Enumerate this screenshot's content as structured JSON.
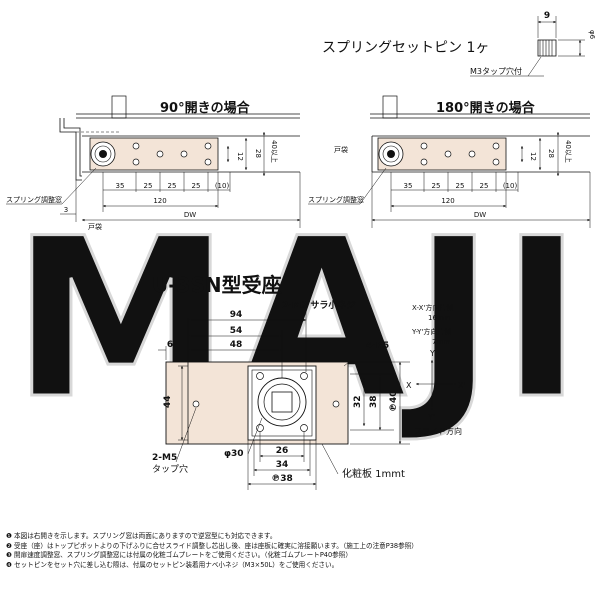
{
  "watermark": "MAJI",
  "spring_pin": {
    "title": "スプリングセットピン 1ヶ",
    "dim_9": "9",
    "dim_phi6": "φ6",
    "tap_label": "M3タップ穴付"
  },
  "view90": {
    "title": "90°開きの場合",
    "spring_window": "スプリング調整窓",
    "door_pocket": "戸袋",
    "dims": {
      "d35": "35",
      "d25a": "25",
      "d25b": "25",
      "d25c": "25",
      "d10": "(10)",
      "d120": "120",
      "dw": "DW",
      "d3": "3",
      "d12": "12",
      "d28": "28",
      "d40": "40以上"
    }
  },
  "view180": {
    "title": "180°開きの場合",
    "spring_window": "スプリング調整窓",
    "door_pocket": "戸袋",
    "dims": {
      "d35": "35",
      "d25a": "25",
      "d25b": "25",
      "d25c": "25",
      "d10": "(10)",
      "d120": "120",
      "dw": "DW",
      "d12": "12",
      "d28": "28",
      "d40": "40以上"
    }
  },
  "receiver": {
    "title": "U-3SN型受座",
    "screw_label": "2-M3 サラ小ネジ",
    "r_label": "4-R5",
    "tap_label_1": "2-M5",
    "tap_label_2": "タップ穴",
    "plate_label": "化粧板 1mmt",
    "dims": {
      "d94": "94",
      "d54": "54",
      "d48": "48",
      "d6": "6",
      "d44": "44",
      "d32": "32",
      "d38": "38",
      "dP40": "℗40",
      "dphi30": "φ30",
      "d26": "26",
      "d34": "34",
      "dP38": "℗38"
    }
  },
  "axis": {
    "xx_label": "X-X'方向片側",
    "xx_value": "16mm",
    "yy_label": "Y-Y'方向片側",
    "yy_value": "7mm",
    "y_top": "Y",
    "y_bottom": "Y'",
    "x_left": "X",
    "x_right": "X'",
    "slide": "スライド方向"
  },
  "notes": [
    "❶ 本図は右開きを示します。スプリング窓は両面にありますので逆窓型にも対応できます。",
    "❷ 受座（座）はトップピボットよりの下げふりに合せスライド調整し芯出し後、座は座板に確実に溶接願います。（施工上の注意P38参照）",
    "❸ 開扉速度調整窓、スプリング調整窓には付属の化粧ゴムプレートをご使用ください。（化粧ゴムプレートP40参照）",
    "❹ セットピンをセット穴に差し込む際は、付属のセットピン装着用ナベ小ネジ（M3×50L）をご使用ください。"
  ]
}
